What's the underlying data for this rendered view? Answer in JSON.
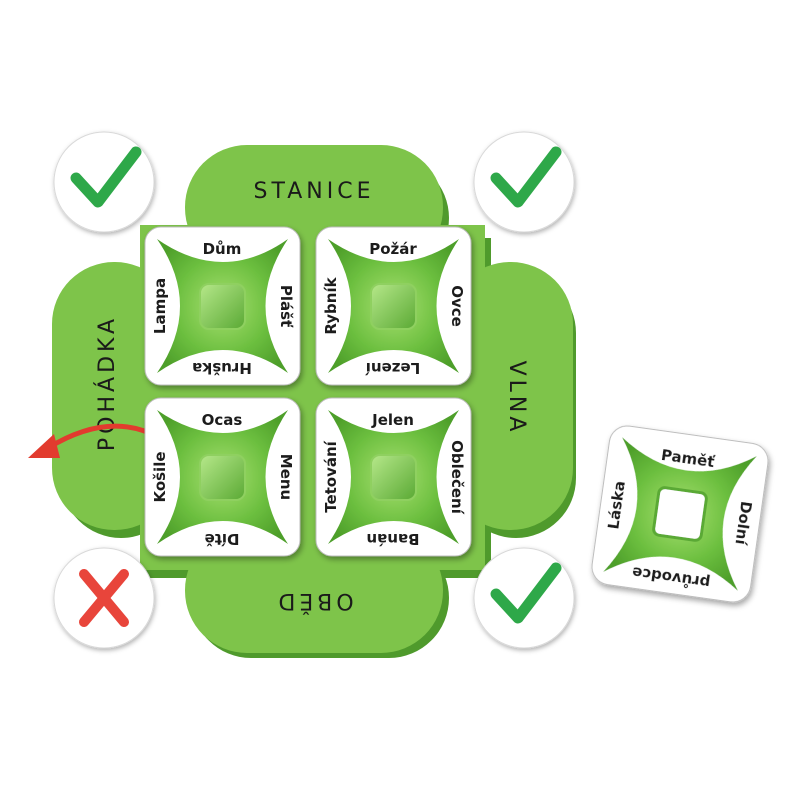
{
  "board": {
    "petal_labels": {
      "top": "STANICE",
      "right": "VLNA",
      "bottom": "OBĚD",
      "left": "POHÁDKA"
    },
    "colors": {
      "clover": "#7ec44a",
      "clover_shadow": "#4f9a2c",
      "card_green": "#6cbf3f",
      "check": "#2fa84a",
      "cross": "#e8443a",
      "arrow": "#e23b2e"
    }
  },
  "cards": [
    {
      "id": "top-left",
      "words": {
        "top": "Dům",
        "right": "Plášť",
        "bottom": "Hruška",
        "left": "Lampa"
      }
    },
    {
      "id": "top-right",
      "words": {
        "top": "Požár",
        "right": "Ovce",
        "bottom": "Lezení",
        "left": "Rybník"
      }
    },
    {
      "id": "bottom-left",
      "words": {
        "top": "Ocas",
        "right": "Menu",
        "bottom": "Dítě",
        "left": "Košile"
      }
    },
    {
      "id": "bottom-right",
      "words": {
        "top": "Jelen",
        "right": "Oblečení",
        "bottom": "Banán",
        "left": "Tetování"
      }
    }
  ],
  "extra_card": {
    "words": {
      "top": "Paměť",
      "right": "Dolní",
      "bottom": "průvodce",
      "left": "Láska"
    }
  },
  "markers": [
    {
      "position": "top-left",
      "symbol": "✓",
      "kind": "check"
    },
    {
      "position": "top-right",
      "symbol": "✓",
      "kind": "check"
    },
    {
      "position": "bottom-left",
      "symbol": "✗",
      "kind": "cross"
    },
    {
      "position": "bottom-right",
      "symbol": "✓",
      "kind": "check"
    }
  ]
}
